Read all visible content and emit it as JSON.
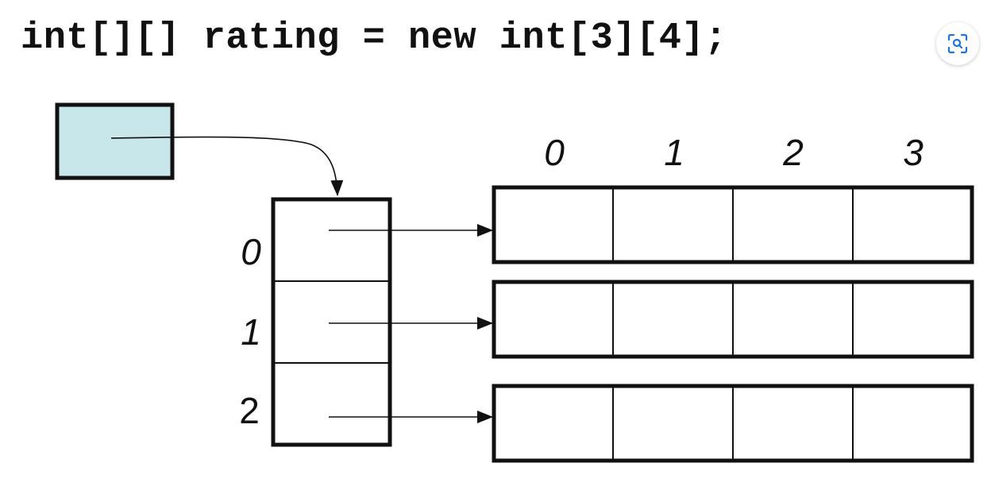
{
  "code": {
    "text": "int[][] rating = new int[3][4];"
  },
  "diagram": {
    "row_indices": [
      "0",
      "1",
      "2"
    ],
    "column_indices": [
      "0",
      "1",
      "2",
      "3"
    ]
  },
  "colors": {
    "reference_box_fill": "#c8e7ea",
    "stroke": "#111111",
    "lens_icon": "#1a73e8"
  },
  "icons": {
    "lens_button": "visual-search-icon"
  }
}
